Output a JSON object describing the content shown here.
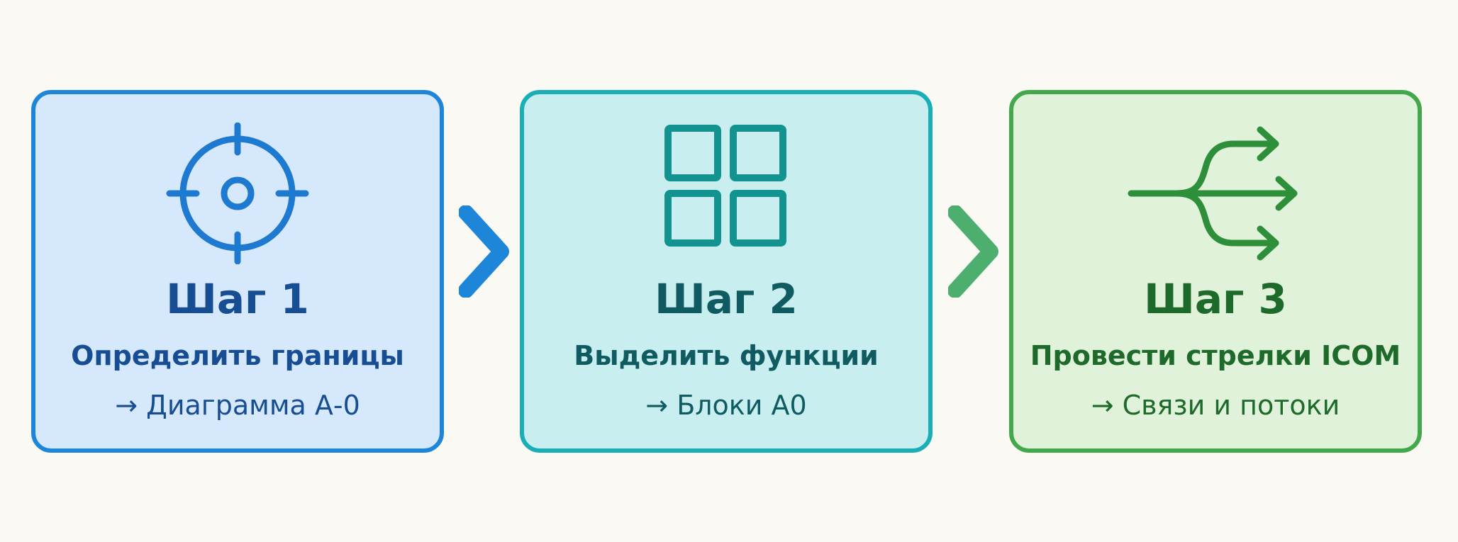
{
  "steps": [
    {
      "title": "Шаг 1",
      "description": "Определить границы",
      "output": "→ Диаграмма А-0",
      "icon": "target-icon",
      "border_color": "#1e86d8",
      "fill_color": "#d6e8fb"
    },
    {
      "title": "Шаг 2",
      "description": "Выделить функции",
      "output": "→ Блоки А0",
      "icon": "grid-blocks-icon",
      "border_color": "#1aaeb7",
      "fill_color": "#c8eef0"
    },
    {
      "title": "Шаг 3",
      "description": "Провести стрелки ICOM",
      "output": "→ Связи и потоки",
      "icon": "branching-arrows-icon",
      "border_color": "#43a84c",
      "fill_color": "#e1f2da"
    }
  ],
  "connectors": [
    {
      "icon": "chevron-right-icon",
      "color": "#1e86d8"
    },
    {
      "icon": "chevron-right-icon",
      "color": "#4caf6e"
    }
  ]
}
